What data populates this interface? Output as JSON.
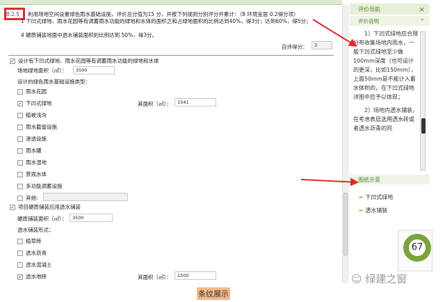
{
  "criterion": {
    "code": "8.2.5",
    "text": "利用场地空间设置绿色雨水基础设施，评价总分值为15 分，并按下列规则分别评分并累计：（8 环境宜居 0.2得分项）",
    "rule1": "1  下凹式绿地、雨水花园等有调蓄雨水功能的绿地和水体的面积之和占绿地面积的比例达到40%，得3分；达到60%，得5分；",
    "rule4": "4  硬质铺装地面中透水铺装面积的比例达到 50%，得3分。",
    "self_score_label": "自评得分：",
    "self_score": "3"
  },
  "section1": {
    "label": "设计有下凹式绿地、雨水花园等有调蓄雨水功能的绿地和水体",
    "checked": true,
    "green_area_label": "场地绿地面积（㎡）：",
    "green_area": "3500",
    "types_label": "设计的绿色雨水基础设施类型：",
    "area_label": "其面积（㎡）：",
    "options": [
      {
        "label": "雨水花园",
        "checked": false
      },
      {
        "label": "下凹式绿地",
        "checked": true,
        "area": "1541"
      },
      {
        "label": "植被浅沟",
        "checked": false
      },
      {
        "label": "雨水截留设施",
        "checked": false
      },
      {
        "label": "渗透设施",
        "checked": false
      },
      {
        "label": "雨水罐",
        "checked": false
      },
      {
        "label": "雨水湿地",
        "checked": false
      },
      {
        "label": "景观水体",
        "checked": false
      },
      {
        "label": "多功能调蓄设施",
        "checked": false
      },
      {
        "label": "其他:",
        "checked": false
      }
    ]
  },
  "section2": {
    "label": "项目硬质铺装应用透水铺装",
    "checked": true,
    "hard_area_label": "硬质铺装面积（㎡）：",
    "hard_area": "3500",
    "forms_label": "透水铺装形式：",
    "area_label": "其面积（㎡）：",
    "options": [
      {
        "label": "植草砖",
        "checked": false
      },
      {
        "label": "透水沥青",
        "checked": false
      },
      {
        "label": "透水混凝土",
        "checked": false
      },
      {
        "label": "透水地砖",
        "checked": true,
        "area": "1500"
      }
    ]
  },
  "sidebar": {
    "title": "评价导航",
    "close": "×",
    "section_title": "评价说明",
    "collapse": "^",
    "description_p1": "1）下凹式绿地应合理分布收集场地内雨水，一般下凹式绿地至少做100mm深度（也可设计的更深，比如150mm），上面50mm是不能计入蓄水体积的，在下凹式绿地详图中应予以体现；",
    "description_p2": "2）场地内透水铺装，在考虑表层选用透水砖或者透水沥青的同",
    "figures_title": "图纸示意",
    "figure_links": [
      "下凹式绿地",
      "透水铺装"
    ],
    "score": "67"
  },
  "watermark": "绿建之窗",
  "caption": "条纹展示",
  "colors": {
    "accent_green": "#5a8a2a",
    "highlight_red": "#e0282a",
    "caption_bg": "#f6b98a"
  }
}
